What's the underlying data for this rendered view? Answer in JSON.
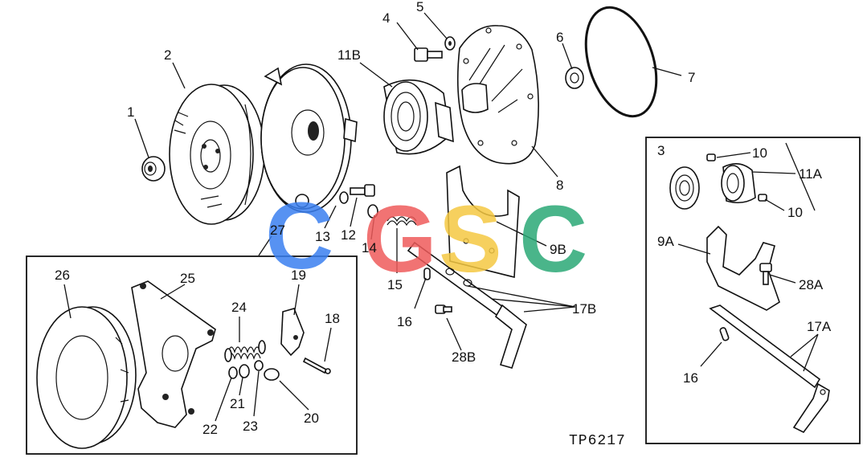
{
  "figure_id": "TP6217",
  "watermark": {
    "letters": [
      "C",
      "G",
      "S",
      "C"
    ],
    "colors": [
      "#3a7ff0",
      "#ef5a5a",
      "#f5c842",
      "#2aa876"
    ]
  },
  "callouts": {
    "c1": "1",
    "c2": "2",
    "c3": "3",
    "c4": "4",
    "c5": "5",
    "c6": "6",
    "c7": "7",
    "c8": "8",
    "c9a": "9A",
    "c9b": "9B",
    "c10a": "10",
    "c10b": "10",
    "c11a": "11A",
    "c11b": "11B",
    "c12": "12",
    "c13": "13",
    "c14": "14",
    "c15": "15",
    "c16a": "16",
    "c16b": "16",
    "c17a": "17A",
    "c17b": "17B",
    "c18": "18",
    "c19": "19",
    "c20": "20",
    "c21": "21",
    "c22": "22",
    "c23": "23",
    "c24": "24",
    "c25": "25",
    "c26": "26",
    "c27": "27",
    "c28a": "28A",
    "c28b": "28B"
  }
}
